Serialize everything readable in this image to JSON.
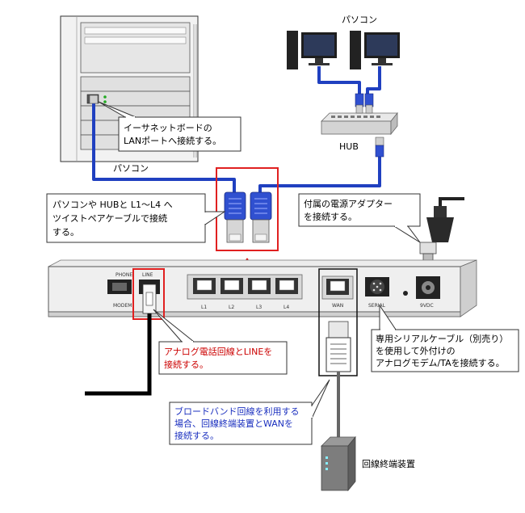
{
  "labels": {
    "pc_top": "パソコン",
    "pc_left": "パソコン",
    "hub": "HUB",
    "ont": "回線終端装置"
  },
  "callouts": {
    "lan_port": [
      "イーサネットボードの",
      "LANポートへ接続する。"
    ],
    "twisted_pair": [
      "パソコンや HUBと L1～L4 へ",
      "ツイストペアケーブルで接続",
      "する。"
    ],
    "adapter": [
      "付属の電源アダプターを接続する。"
    ],
    "analog_line": [
      "アナログ電話回線とLINEを",
      "接続する。"
    ],
    "serial": [
      "専用シリアルケーブル（別売り）",
      "を使用して外付けの",
      "アナログモデム/TAを接続する。"
    ],
    "broadband": [
      "ブロードバンド回線を利用する",
      "場合、回線終端装置とWANを",
      "接続する。"
    ]
  },
  "router_ports": {
    "phone": "PHONE",
    "line": "LINE",
    "modem": "MODEM",
    "l1": "L1",
    "l2": "L2",
    "l3": "L3",
    "l4": "L4",
    "wan": "WAN",
    "serial": "SERIAL",
    "dc": "9VDC"
  },
  "colors": {
    "cable_blue": "#2040c0",
    "highlight_red": "#e02020",
    "device_gray": "#d8d8d8"
  }
}
